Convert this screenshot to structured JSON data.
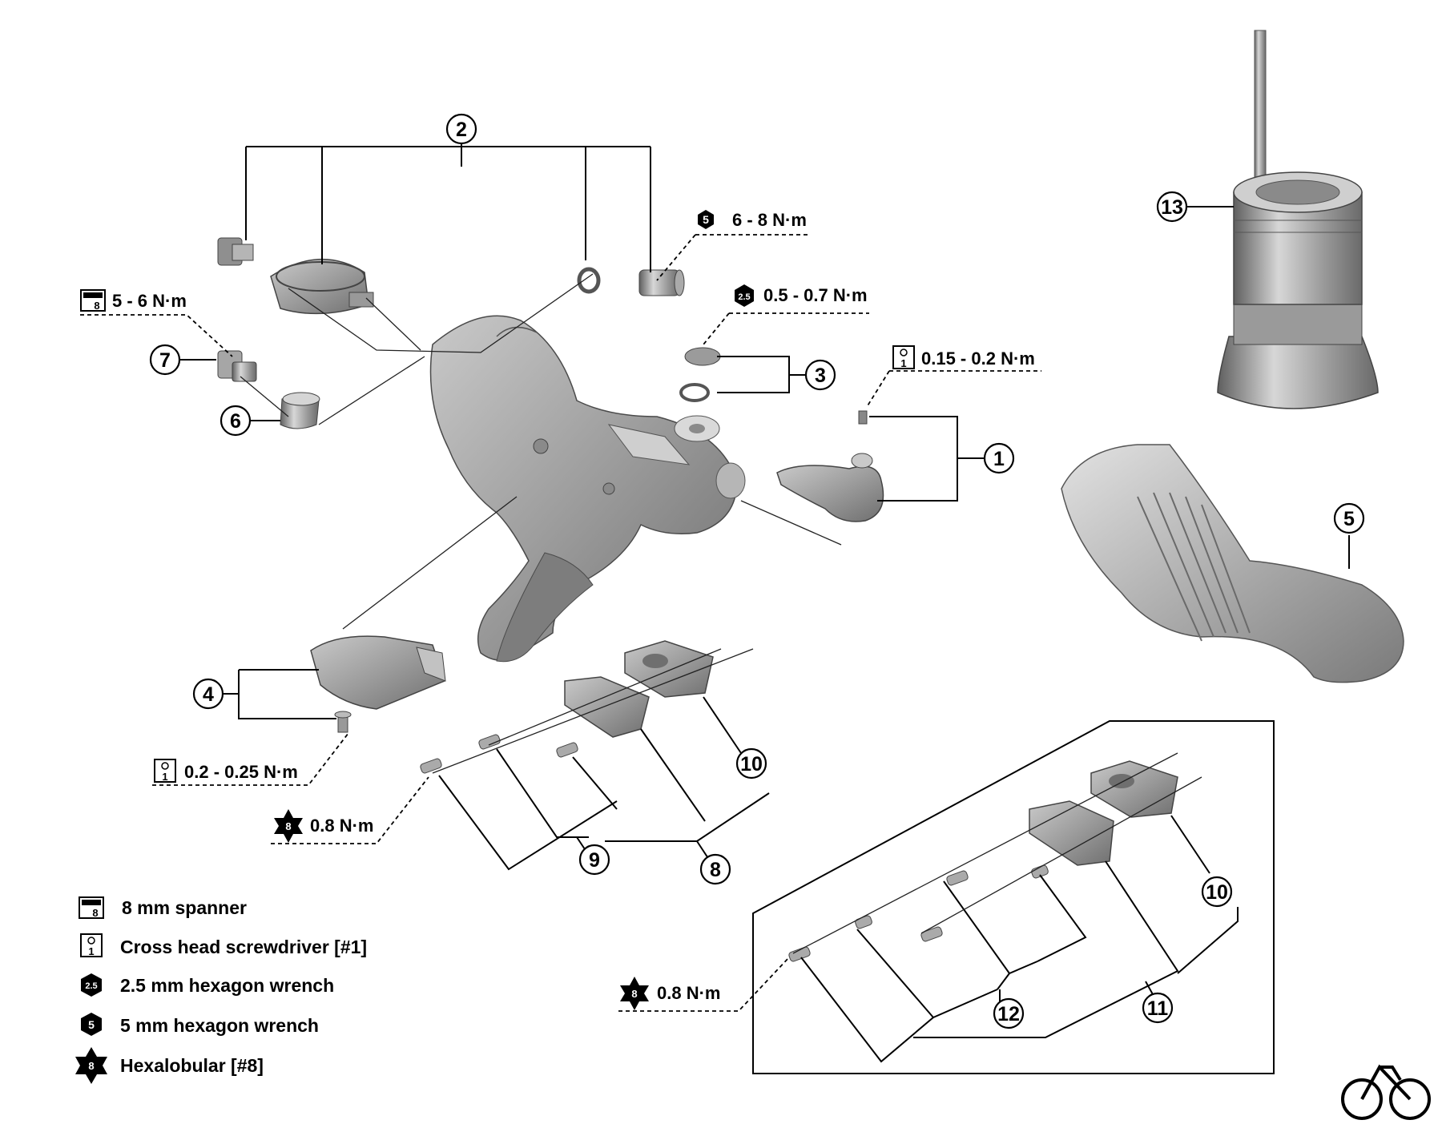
{
  "part_numbers": {
    "p1": "1",
    "p2": "2",
    "p3": "3",
    "p4": "4",
    "p5": "5",
    "p6": "6",
    "p7": "7",
    "p8": "8",
    "p9": "9",
    "p10a": "10",
    "p10b": "10",
    "p11": "11",
    "p12": "12",
    "p13": "13"
  },
  "tool_icons": {
    "spanner_8": "8",
    "cross_1": "1",
    "hex_2_5": "2.5",
    "hex_5": "5",
    "hexalobular_8": "8"
  },
  "torques": {
    "t_hex5": "6 - 8 N·m",
    "t_spanner": "5 - 6 N·m",
    "t_hex25": "0.5 - 0.7 N·m",
    "t_cross_1": "0.15 - 0.2 N·m",
    "t_cross_4": "0.2 - 0.25 N·m",
    "t_hexalobular_a": "0.8 N·m",
    "t_hexalobular_b": "0.8 N·m"
  },
  "legend": [
    {
      "icon": "8-mm-spanner-icon",
      "label": "8 mm spanner"
    },
    {
      "icon": "cross-head-screwdriver-icon",
      "label": "Cross head screwdriver [#1]"
    },
    {
      "icon": "hex-wrench-2-5-icon",
      "label": "2.5 mm hexagon wrench"
    },
    {
      "icon": "hex-wrench-5-icon",
      "label": "5 mm hexagon wrench"
    },
    {
      "icon": "hexalobular-icon",
      "label": "Hexalobular [#8]"
    }
  ],
  "colors": {
    "part_fill": "#a9a9a9",
    "part_dark": "#6e6e6e",
    "line": "#000000"
  },
  "logo_icon": "bicycle-logo-icon"
}
